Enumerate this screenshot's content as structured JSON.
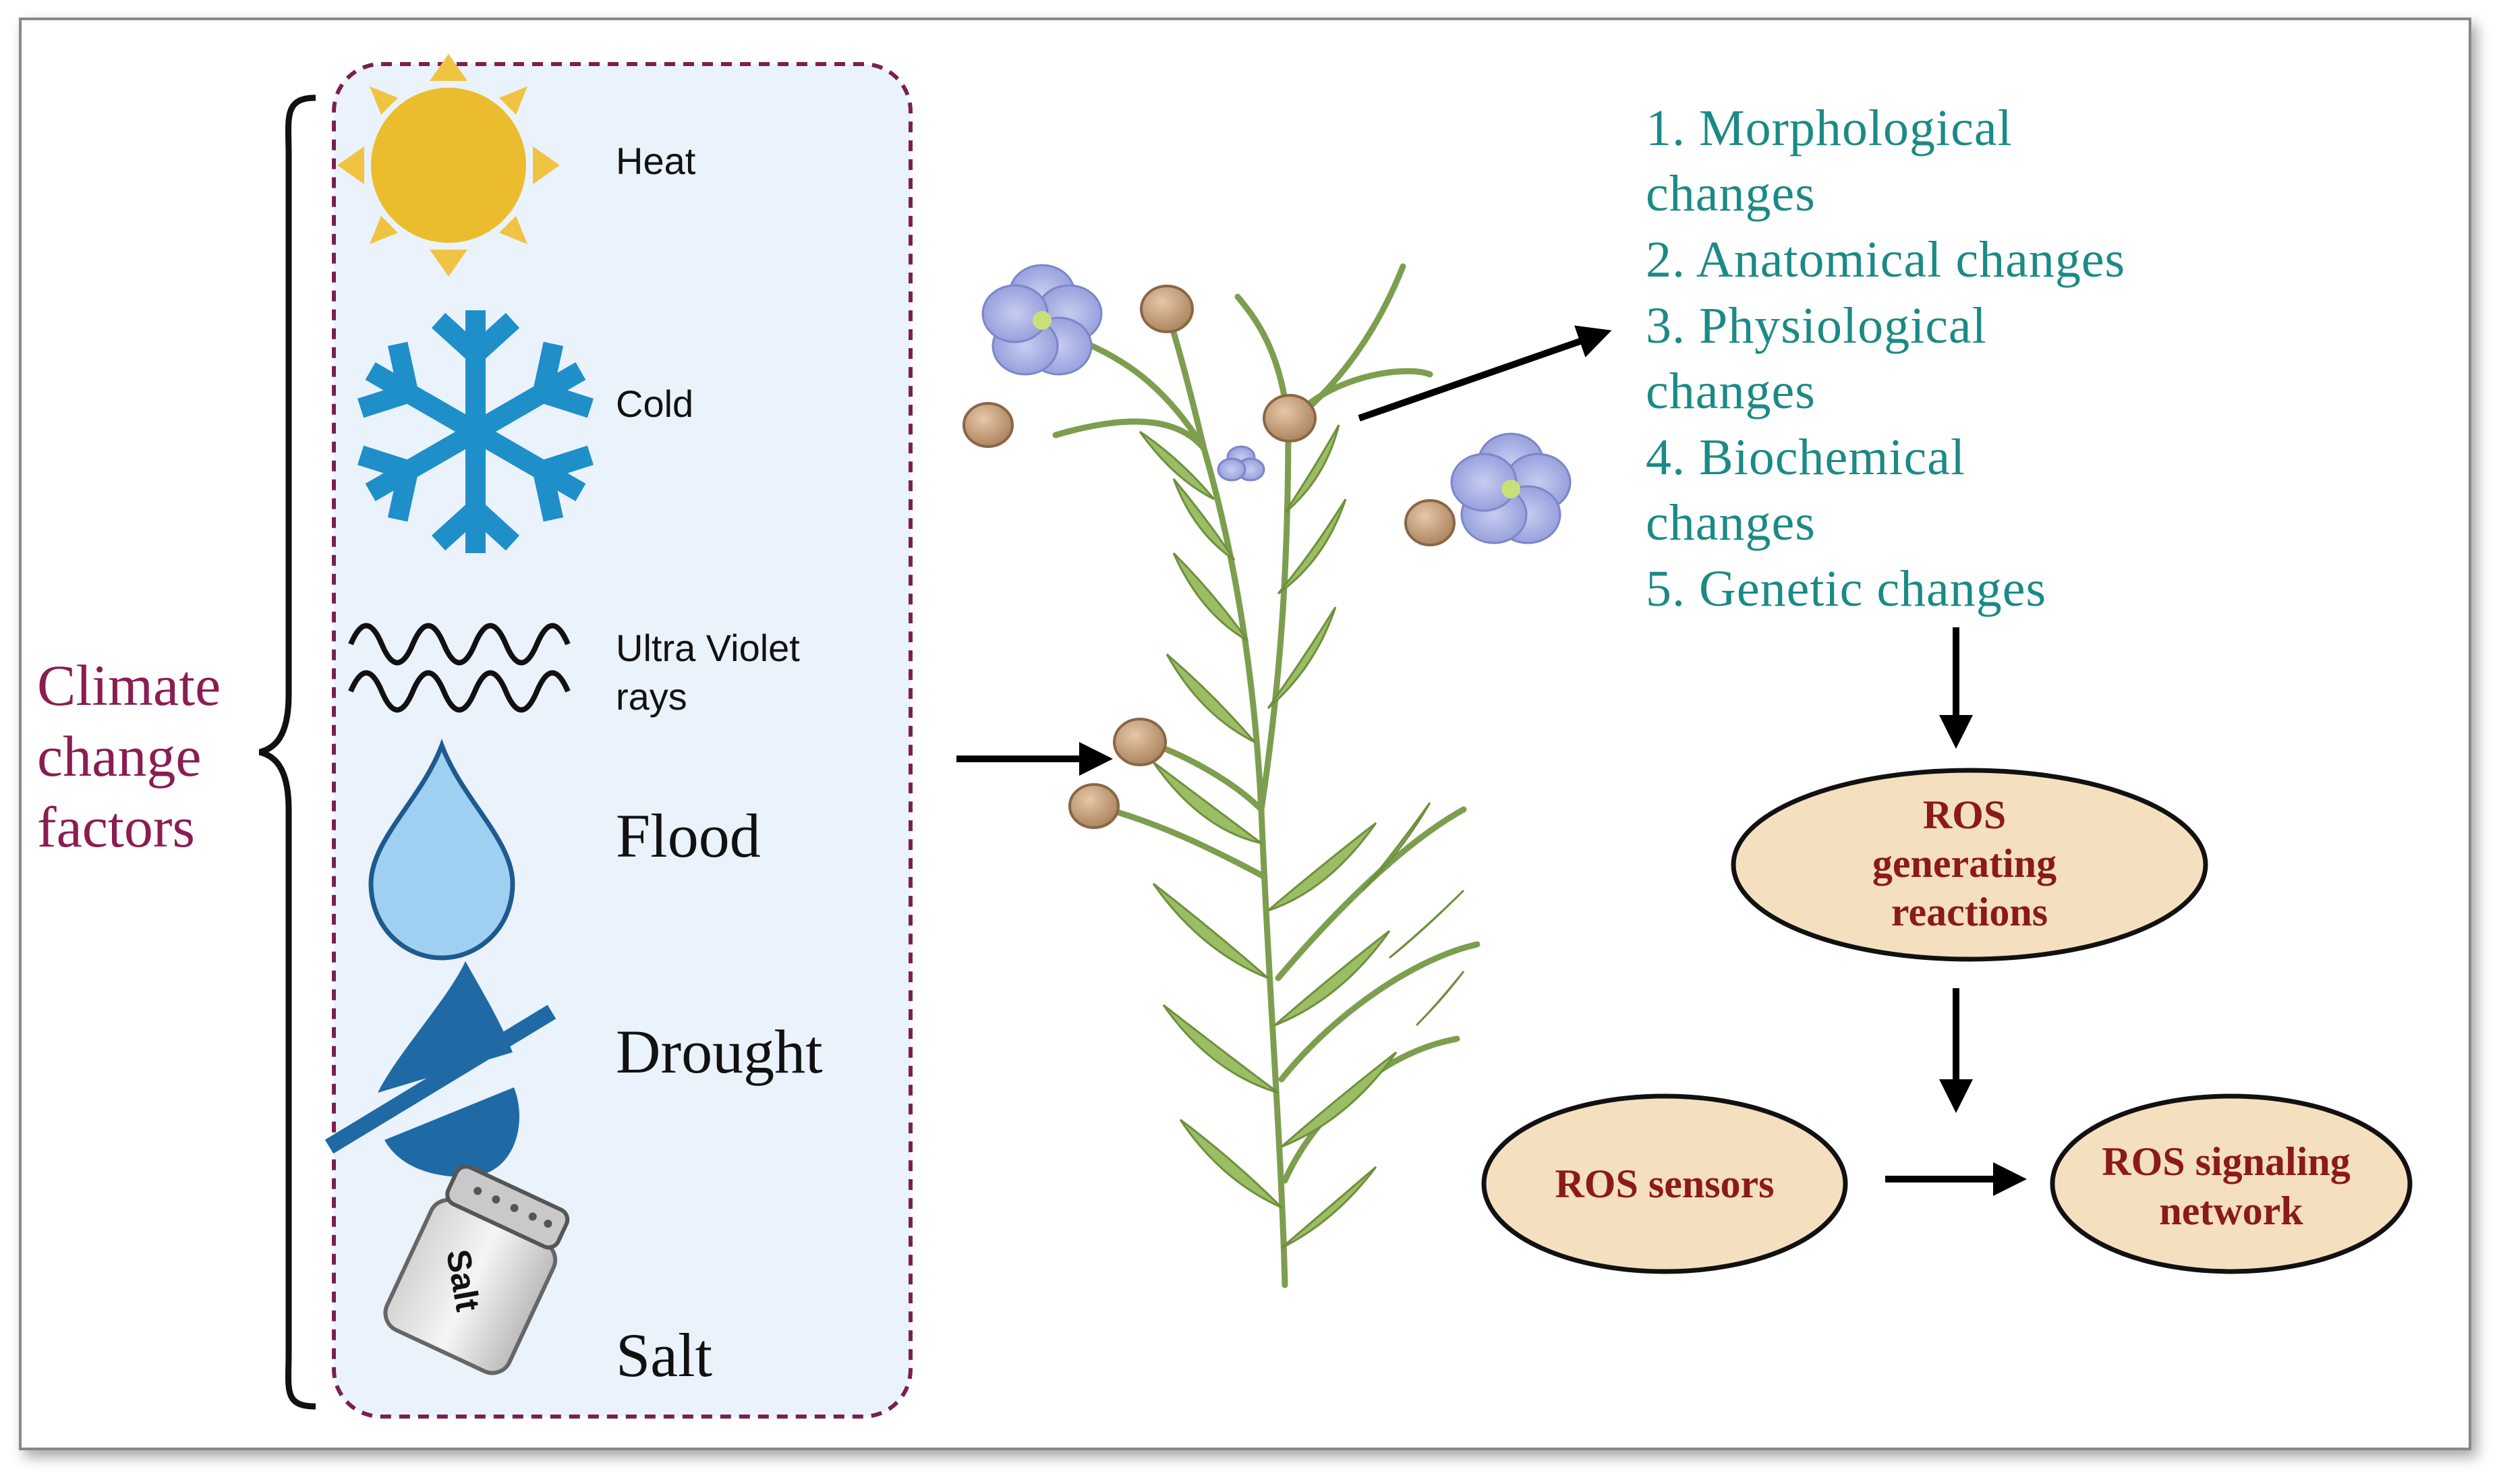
{
  "climate_label": {
    "line1": "Climate",
    "line2": "change",
    "line3": "factors"
  },
  "factors": {
    "heat": "Heat",
    "cold": "Cold",
    "uv_line1": "Ultra Violet",
    "uv_line2": "rays",
    "flood": "Flood",
    "drought": "Drought",
    "salt": "Salt",
    "salt_bottle_label": "Salt"
  },
  "changes": {
    "c1a": "1. Morphological",
    "c1b": "changes",
    "c2": "2. Anatomical changes",
    "c3a": "3. Physiological",
    "c3b": "changes",
    "c4a": "4. Biochemical",
    "c4b": "changes",
    "c5": "5. Genetic changes"
  },
  "ros": {
    "gen_line1": "ROS",
    "gen_line2": "generating",
    "gen_line3": "reactions",
    "sensors": "ROS sensors",
    "network_line1": "ROS signaling",
    "network_line2": "network"
  },
  "colors": {
    "climate_text": "#8a1d52",
    "changes_text": "#1b8a86",
    "ros_text": "#8b1a1a",
    "ellipse_fill": "#f4dfbf",
    "panel_fill": "#eaf2fc",
    "panel_border": "#7a2050"
  },
  "icons": [
    "sun-icon",
    "snowflake-icon",
    "uv-wave-icon",
    "water-drop-icon",
    "no-water-drop-icon",
    "salt-shaker-icon",
    "flax-plant-illustration"
  ]
}
